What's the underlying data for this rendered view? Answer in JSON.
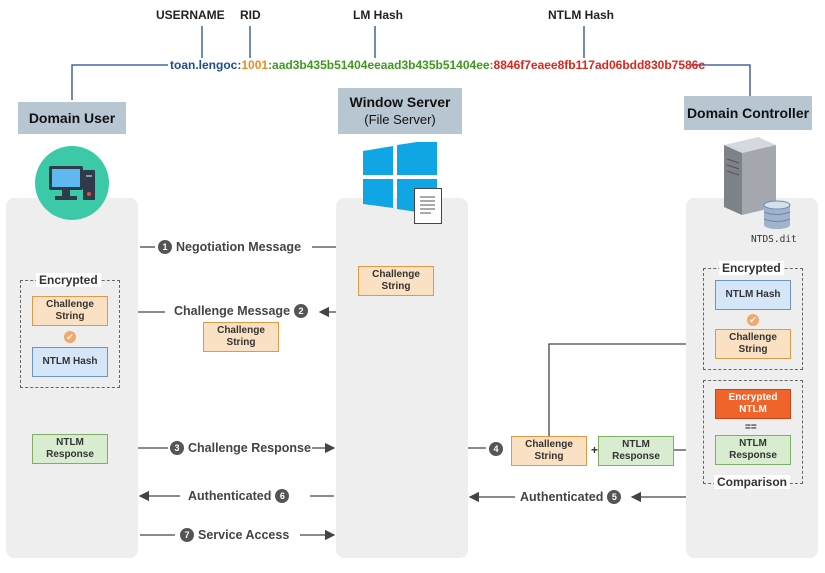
{
  "hash_labels": {
    "username": "USERNAME",
    "rid": "RID",
    "lm": "LM Hash",
    "ntlm": "NTLM Hash"
  },
  "hash_line": {
    "username": "toan.lengoc",
    "sep1": ":",
    "rid": "1001",
    "sep2": ":",
    "lm": "aad3b435b51404eeaad3b435b51404ee",
    "sep3": ":",
    "ntlm": "8846f7eaee8fb117ad06bdd830b7586c"
  },
  "actors": {
    "user": {
      "title": "Domain User"
    },
    "server": {
      "title": "Window Server",
      "subtitle": "(File Server)"
    },
    "dc": {
      "title": "Domain Controller",
      "db_label": "NTDS.dit"
    }
  },
  "user_lane": {
    "encrypted_label": "Encrypted",
    "challenge_string": "Challenge String",
    "ntlm_hash": "NTLM Hash",
    "ntlm_response": "NTLM Response"
  },
  "server_lane": {
    "challenge_string": "Challenge String"
  },
  "dc_lane": {
    "encrypted_label": "Encrypted",
    "ntlm_hash": "NTLM Hash",
    "challenge_string": "Challenge String",
    "encrypted_ntlm": "Encrypted NTLM",
    "equals": "==",
    "ntlm_response": "NTLM Response",
    "comparison_label": "Comparison"
  },
  "messages": [
    {
      "num": "1",
      "text": "Negotiation Message"
    },
    {
      "num": "2",
      "text": "Challenge Message"
    },
    {
      "num": "3",
      "text": "Challenge Response"
    },
    {
      "num": "4",
      "text": ""
    },
    {
      "num": "5",
      "text": "Authenticated"
    },
    {
      "num": "6",
      "text": "Authenticated"
    },
    {
      "num": "7",
      "text": "Service Access"
    }
  ],
  "floating": {
    "challenge_string": "Challenge String",
    "plus": "+",
    "relay_challenge": "Challenge String",
    "relay_response": "NTLM Response"
  },
  "colors": {
    "username": "#1f4e8c",
    "rid": "#f08a24",
    "lm": "#3c9a1f",
    "ntlm": "#e0241b",
    "lane": "#eeeeee",
    "title": "#b8c6d2"
  }
}
